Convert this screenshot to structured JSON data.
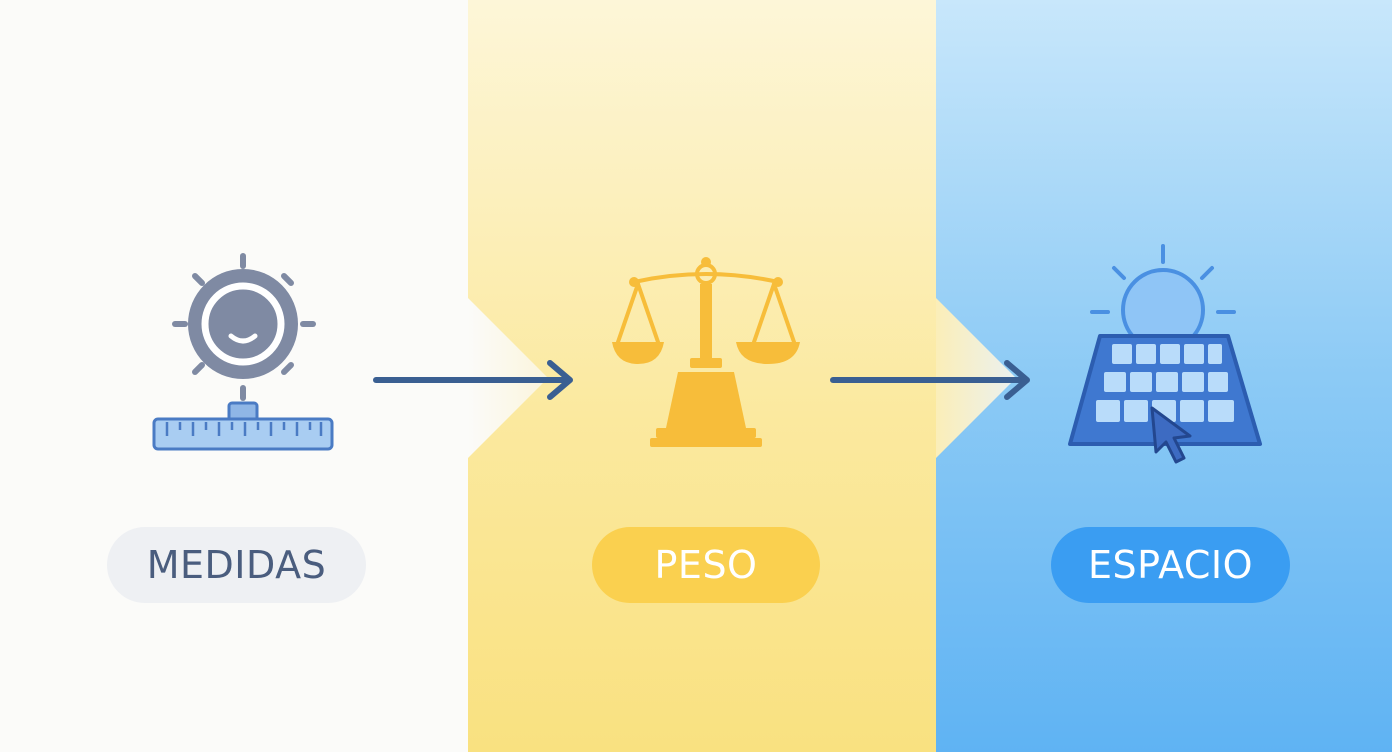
{
  "steps": [
    {
      "label": "MEDIDAS",
      "icon": "measurement-sun-ruler-icon",
      "color": "#7f8aa3"
    },
    {
      "label": "PESO",
      "icon": "balance-scale-icon",
      "color": "#f7bd3a"
    },
    {
      "label": "ESPACIO",
      "icon": "solar-panel-cursor-icon",
      "color": "#3a6fc7"
    }
  ],
  "colors": {
    "arrow": "#3a5f92",
    "panel_neutral": "#fbfbf9",
    "panel_yellow": "#fbe99f",
    "panel_blue": "#8ccaf5"
  }
}
